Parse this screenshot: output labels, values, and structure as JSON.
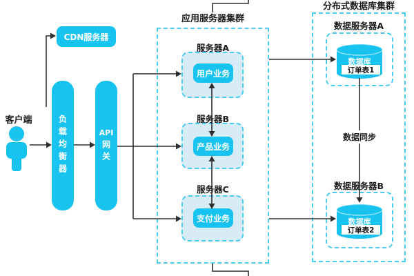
{
  "colors": {
    "accent": "#18c3f0",
    "panel_fill": "#d8ecf7",
    "dashed_border": "#49ccf1",
    "wire": "#2e2e2e",
    "table_tag_bg": "#ffffff"
  },
  "client": {
    "label": "客户端",
    "icon": "person-icon"
  },
  "cdn": {
    "label": "CDN服务器"
  },
  "load_balancer": {
    "label": "负载均衡器"
  },
  "api_gateway": {
    "line1": "API",
    "line2": "网关"
  },
  "app_cluster": {
    "title": "应用服务器集群",
    "servers": [
      {
        "name": "服务器A",
        "service": "用户业务"
      },
      {
        "name": "服务器B",
        "service": "产品业务"
      },
      {
        "name": "服务器C",
        "service": "支付业务"
      }
    ]
  },
  "db_cluster": {
    "title": "分布式数据库集群",
    "sync_label": "数据同步",
    "servers": [
      {
        "name": "数据服务器A",
        "db_label": "数据库",
        "table_label": "订单表1"
      },
      {
        "name": "数据服务器B",
        "db_label": "数据库",
        "table_label": "订单表2"
      }
    ]
  }
}
